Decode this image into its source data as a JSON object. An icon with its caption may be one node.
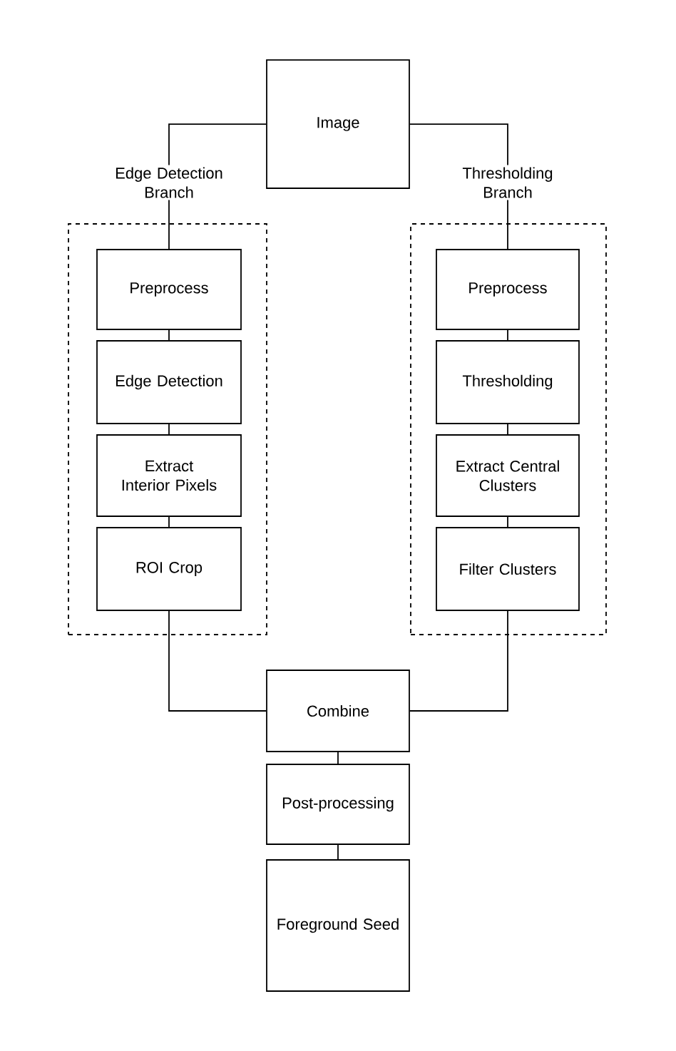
{
  "diagram": {
    "nodes": [
      {
        "text": [
          "Image"
        ]
      },
      {
        "text": [
          "Edge Detection Branch"
        ]
      },
      {
        "text": [
          "Thresholding Branch"
        ]
      },
      {
        "text": [],
        "shape": "box"
      },
      {
        "text": [
          "Preprocess"
        ],
        "in": 3
      },
      {
        "text": [
          "Edge Detection"
        ],
        "in": 3
      },
      {
        "text": [
          "Extract Interior Pixels"
        ],
        "in": 3
      },
      {
        "text": [
          "ROI Crop"
        ],
        "in": 3
      },
      {
        "text": [],
        "shape": "box"
      },
      {
        "text": [
          "Preprocess"
        ],
        "in": 8
      },
      {
        "text": [
          "Thresholding"
        ],
        "in": 8
      },
      {
        "text": [
          "Extract Central Clusters"
        ],
        "in": 8
      },
      {
        "text": [
          "Filter Clusters"
        ],
        "in": 8
      },
      {
        "text": [
          "Combine"
        ]
      },
      {
        "text": [
          "Post-processing"
        ]
      },
      {
        "text": [
          "Foreground Seed"
        ]
      }
    ],
    "edges": [
      {
        "from": 0,
        "to": 1,
        "arrow": "none"
      },
      {
        "from": 0,
        "to": 2,
        "arrow": "none"
      },
      {
        "from": 1,
        "to": 4,
        "arrow": "none"
      },
      {
        "from": 4,
        "to": 5,
        "arrow": "none"
      },
      {
        "from": 5,
        "to": 6,
        "arrow": "none"
      },
      {
        "from": 6,
        "to": 7,
        "arrow": "none"
      },
      {
        "from": 2,
        "to": 9,
        "arrow": "none"
      },
      {
        "from": 9,
        "to": 10,
        "arrow": "none"
      },
      {
        "from": 10,
        "to": 11,
        "arrow": "none"
      },
      {
        "from": 11,
        "to": 12,
        "arrow": "none"
      },
      {
        "from": 7,
        "to": 13,
        "arrow": "none"
      },
      {
        "from": 12,
        "to": 13,
        "arrow": "none"
      },
      {
        "from": 13,
        "to": 14,
        "arrow": "none"
      },
      {
        "from": 14,
        "to": 15,
        "arrow": "none"
      }
    ]
  }
}
